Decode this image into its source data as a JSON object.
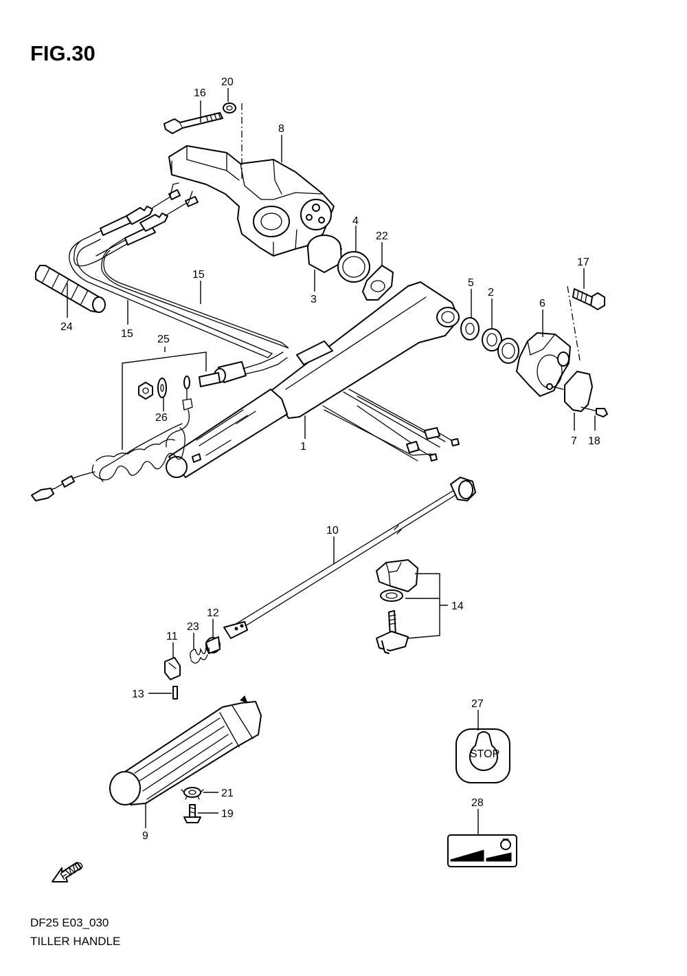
{
  "figure": {
    "title": "FIG.30",
    "model_code": "DF25 E03_030",
    "name": "TILLER HANDLE"
  },
  "callouts": [
    "1",
    "2",
    "3",
    "4",
    "5",
    "6",
    "7",
    "8",
    "9",
    "10",
    "11",
    "12",
    "13",
    "14",
    "15",
    "15",
    "16",
    "17",
    "18",
    "19",
    "20",
    "21",
    "22",
    "23",
    "24",
    "25",
    "26",
    "27",
    "28"
  ],
  "labels": {
    "stop_decal_text": "STOP",
    "fwd_arrow_text": "FWD"
  },
  "icons": [
    "fwd-arrow-icon",
    "stop-decal-icon",
    "throttle-decal-icon"
  ]
}
